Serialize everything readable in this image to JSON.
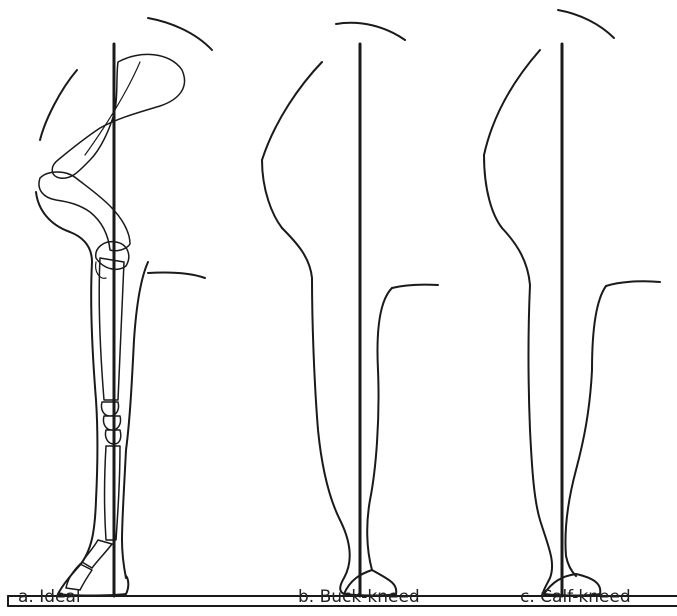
{
  "figure": {
    "captions": {
      "a": "a. Ideal",
      "b": "b. Buck-kneed",
      "c": "c. Calf-kneed"
    }
  },
  "colors": {
    "line": "#1a1a1a",
    "background": "#ffffff"
  }
}
